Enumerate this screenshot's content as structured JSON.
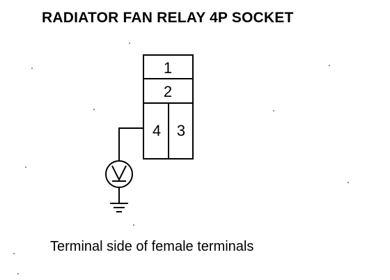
{
  "title": "RADIATOR FAN RELAY 4P SOCKET",
  "connector": {
    "terminals": [
      {
        "id": "1",
        "label": "1"
      },
      {
        "id": "2",
        "label": "2"
      },
      {
        "id": "4",
        "label": "4"
      },
      {
        "id": "3",
        "label": "3"
      }
    ],
    "probe_terminal": "4"
  },
  "voltmeter": {
    "symbol": "V"
  },
  "caption": "Terminal side of female terminals"
}
